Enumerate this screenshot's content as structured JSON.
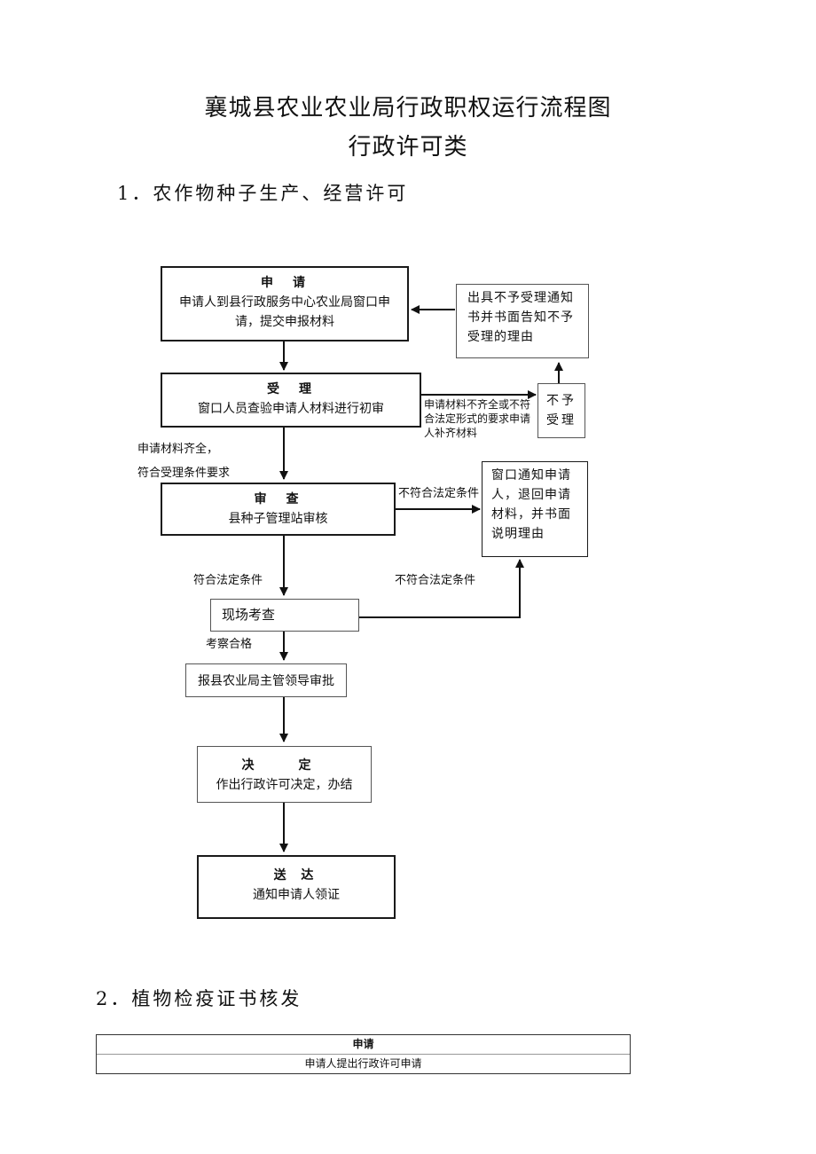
{
  "title": {
    "line1": "襄城县农业农业局行政职权运行流程图",
    "line2": "行政许可类"
  },
  "section1": {
    "heading": "1．农作物种子生产、经营许可"
  },
  "flow": {
    "apply": {
      "title": "申　请",
      "body": "申请人到县行政服务中心农业局窗口申请，提交申报材料"
    },
    "reject_notice": {
      "body": "出具不予受理通知书并书面告知不予受理的理由"
    },
    "accept": {
      "title": "受　理",
      "body": "窗口人员查验申请人材料进行初审"
    },
    "incomplete_note": {
      "text": "申请材料不齐全或不符合法定形式的要求申请人补齐材料"
    },
    "not_accept": {
      "body": "不予受理"
    },
    "complete_note": {
      "line1": "申请材料齐全，",
      "line2": "符合受理条件要求"
    },
    "review": {
      "title": "审　查",
      "body": "县种子管理站审核"
    },
    "not_legal_1": {
      "text": "不符合法定条件"
    },
    "return_notice": {
      "body": "窗口通知申请人，退回申请材料，并书面说明理由"
    },
    "legal_note": {
      "text": "符合法定条件"
    },
    "not_legal_2": {
      "text": "不符合法定条件"
    },
    "site_inspect": {
      "body": "现场考查"
    },
    "inspect_pass": {
      "text": "考察合格"
    },
    "leader_approve": {
      "body": "报县农业局主管领导审批"
    },
    "decide": {
      "title": "决　定",
      "body": "作出行政许可决定，办结"
    },
    "deliver": {
      "title": "送 达",
      "body": "通知申请人领证"
    }
  },
  "section2": {
    "heading": "2．植物检疫证书核发",
    "table": {
      "header": "申请",
      "row": "申请人提出行政许可申请"
    }
  }
}
